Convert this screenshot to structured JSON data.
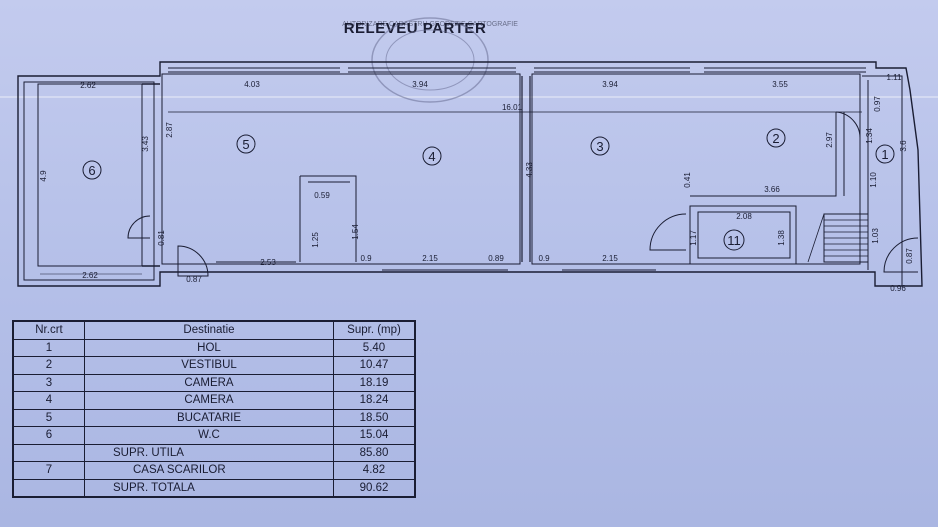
{
  "title": "RELEVEU PARTER",
  "stamp": {
    "text": "AUTORIZARE CADASTRU GEODEZIE CARTOGRAFIE"
  },
  "rooms": {
    "r1": "1",
    "r2": "2",
    "r3": "3",
    "r4": "4",
    "r5": "5",
    "r6": "6",
    "r11": "11"
  },
  "dimensions": {
    "d_262_top": "2.62",
    "d_403": "4.03",
    "d_394_a": "3.94",
    "d_394_b": "3.94",
    "d_355": "3.55",
    "d_111": "1.11",
    "d_097": "0.97",
    "d_1601": "16.01",
    "d_343": "3.43",
    "d_287": "2.87",
    "d_49": "4.9",
    "d_433": "4.33",
    "d_297": "2.97",
    "d_134": "1.34",
    "d_36": "3.6",
    "d_059": "0.59",
    "d_041": "0.41",
    "d_366": "3.66",
    "d_110": "1.10",
    "d_081": "0.81",
    "d_154": "1.54",
    "d_125": "1.25",
    "d_208": "2.08",
    "d_117": "1.17",
    "d_138": "1.38",
    "d_103": "1.03",
    "d_087_r": "0.87",
    "d_262_bot": "2.62",
    "d_253": "2.53",
    "d_09_a": "0.9",
    "d_215_a": "2.15",
    "d_089": "0.89",
    "d_09_b": "0.9",
    "d_215_b": "2.15",
    "d_087_b": "0.87",
    "d_096": "0.96"
  },
  "table": {
    "headers": [
      "Nr.crt",
      "Destinatie",
      "Supr. (mp)"
    ],
    "rows": [
      {
        "nr": "1",
        "dest": "HOL",
        "supr": "5.40"
      },
      {
        "nr": "2",
        "dest": "VESTIBUL",
        "supr": "10.47"
      },
      {
        "nr": "3",
        "dest": "CAMERA",
        "supr": "18.19"
      },
      {
        "nr": "4",
        "dest": "CAMERA",
        "supr": "18.24"
      },
      {
        "nr": "5",
        "dest": "BUCATARIE",
        "supr": "18.50"
      },
      {
        "nr": "6",
        "dest": "W.C",
        "supr": "15.04"
      },
      {
        "nr": "",
        "dest": "SUPR. UTILA",
        "supr": "85.80"
      },
      {
        "nr": "7",
        "dest": "CASA SCARILOR",
        "supr": "4.82"
      },
      {
        "nr": "",
        "dest": "SUPR. TOTALA",
        "supr": "90.62"
      }
    ]
  },
  "colors": {
    "paper": "#b6c0e8",
    "ink": "#1a1d33",
    "stamp": "#6a6f95"
  }
}
